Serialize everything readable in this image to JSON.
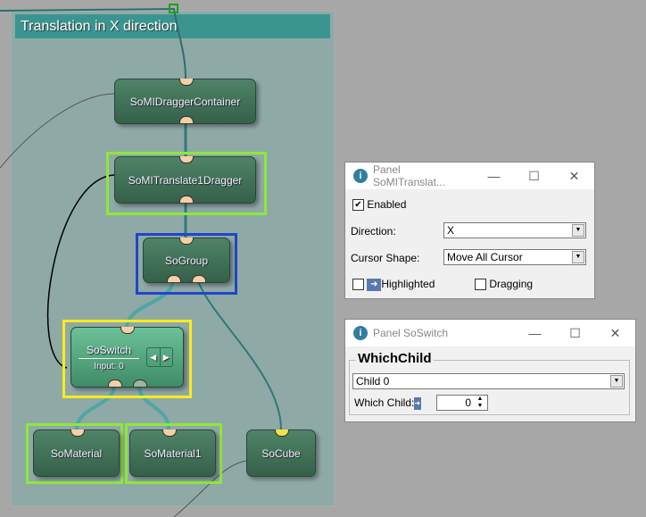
{
  "graph": {
    "group_title": "Translation in X direction",
    "nodes": {
      "dragger_container": "SoMIDraggerContainer",
      "translate_dragger": "SoMITranslate1Dragger",
      "group": "SoGroup",
      "switch": "SoSwitch",
      "switch_input": "Input: 0",
      "material": "SoMaterial",
      "material1": "SoMaterial1",
      "cube": "SoCube"
    },
    "colors": {
      "highlight_green": "#8ee83a",
      "selection_blue": "#2146c8",
      "switch_yellow": "#ffec1a"
    }
  },
  "panel_translate": {
    "title": "Panel SoMITranslat...",
    "enabled_label": "Enabled",
    "enabled": true,
    "direction_label": "Direction:",
    "direction_value": "X",
    "cursor_label": "Cursor Shape:",
    "cursor_value": "Move All Cursor",
    "highlighted_label": "Highlighted",
    "dragging_label": "Dragging"
  },
  "panel_switch": {
    "title": "Panel SoSwitch",
    "group_label": "WhichChild",
    "child_value": "Child 0",
    "which_child_label": "Which Child:",
    "which_child_value": "0"
  }
}
